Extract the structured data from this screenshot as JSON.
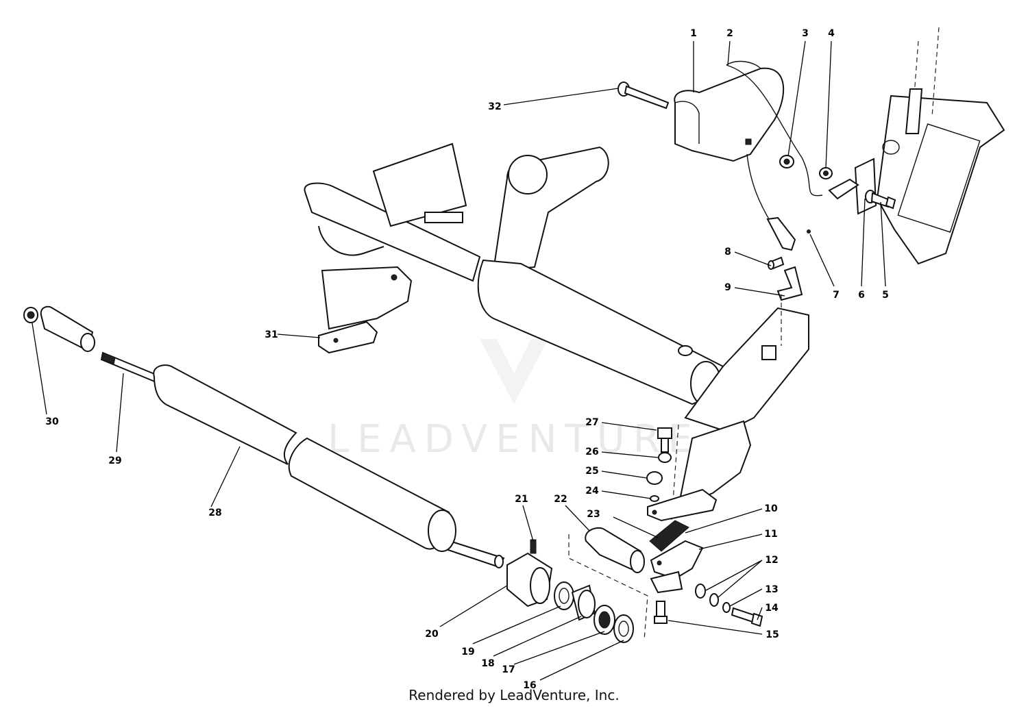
{
  "watermark": {
    "text": "LEADVENTURE",
    "logo": "leadventure-logo-icon"
  },
  "footer": {
    "credit": "Rendered by LeadVenture, Inc."
  },
  "callouts": {
    "c1": "1",
    "c2": "2",
    "c3": "3",
    "c4": "4",
    "c5": "5",
    "c6": "6",
    "c7": "7",
    "c8": "8",
    "c9": "9",
    "c10": "10",
    "c11": "11",
    "c12": "12",
    "c13": "13",
    "c14": "14",
    "c15": "15",
    "c16": "16",
    "c17": "17",
    "c18": "18",
    "c19": "19",
    "c20": "20",
    "c21": "21",
    "c22": "22",
    "c23": "23",
    "c24": "24",
    "c25": "25",
    "c26": "26",
    "c27": "27",
    "c28": "28",
    "c29": "29",
    "c30": "30",
    "c31": "31",
    "c32": "32"
  }
}
